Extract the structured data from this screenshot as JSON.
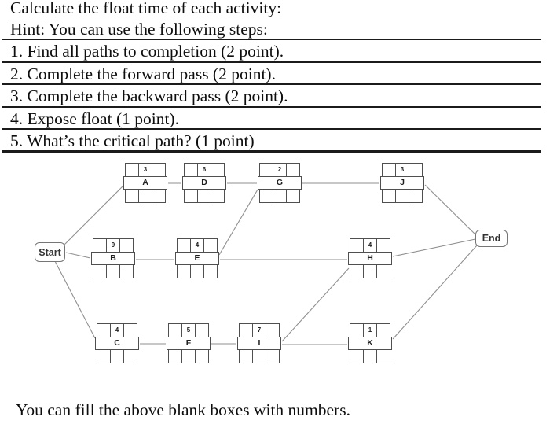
{
  "instructions": {
    "title": "Calculate the float time of each activity:",
    "hint": "Hint: You can use the following steps:",
    "steps": [
      "1. Find all paths to completion (2 point).",
      "2. Complete the forward pass (2 point).",
      "3. Complete the backward pass (2 point).",
      "4. Expose float (1 point).",
      "5. What’s the critical path? (1 point)"
    ]
  },
  "footer": "You can fill the above blank boxes with numbers.",
  "diagram": {
    "start_label": "Start",
    "end_label": "End",
    "nodes": [
      {
        "id": "A",
        "duration": "3"
      },
      {
        "id": "D",
        "duration": "6"
      },
      {
        "id": "G",
        "duration": "2"
      },
      {
        "id": "J",
        "duration": "3"
      },
      {
        "id": "B",
        "duration": "9"
      },
      {
        "id": "E",
        "duration": "4"
      },
      {
        "id": "H",
        "duration": "4"
      },
      {
        "id": "C",
        "duration": "4"
      },
      {
        "id": "F",
        "duration": "5"
      },
      {
        "id": "I",
        "duration": "7"
      },
      {
        "id": "K",
        "duration": "1"
      }
    ],
    "edges": [
      "Start→A",
      "Start→B",
      "Start→C",
      "A→D",
      "D→G",
      "G→J",
      "J→End",
      "B→E",
      "E→G",
      "E→H",
      "H→End",
      "C→F",
      "F→I",
      "I→H",
      "I→K",
      "K→End"
    ]
  }
}
